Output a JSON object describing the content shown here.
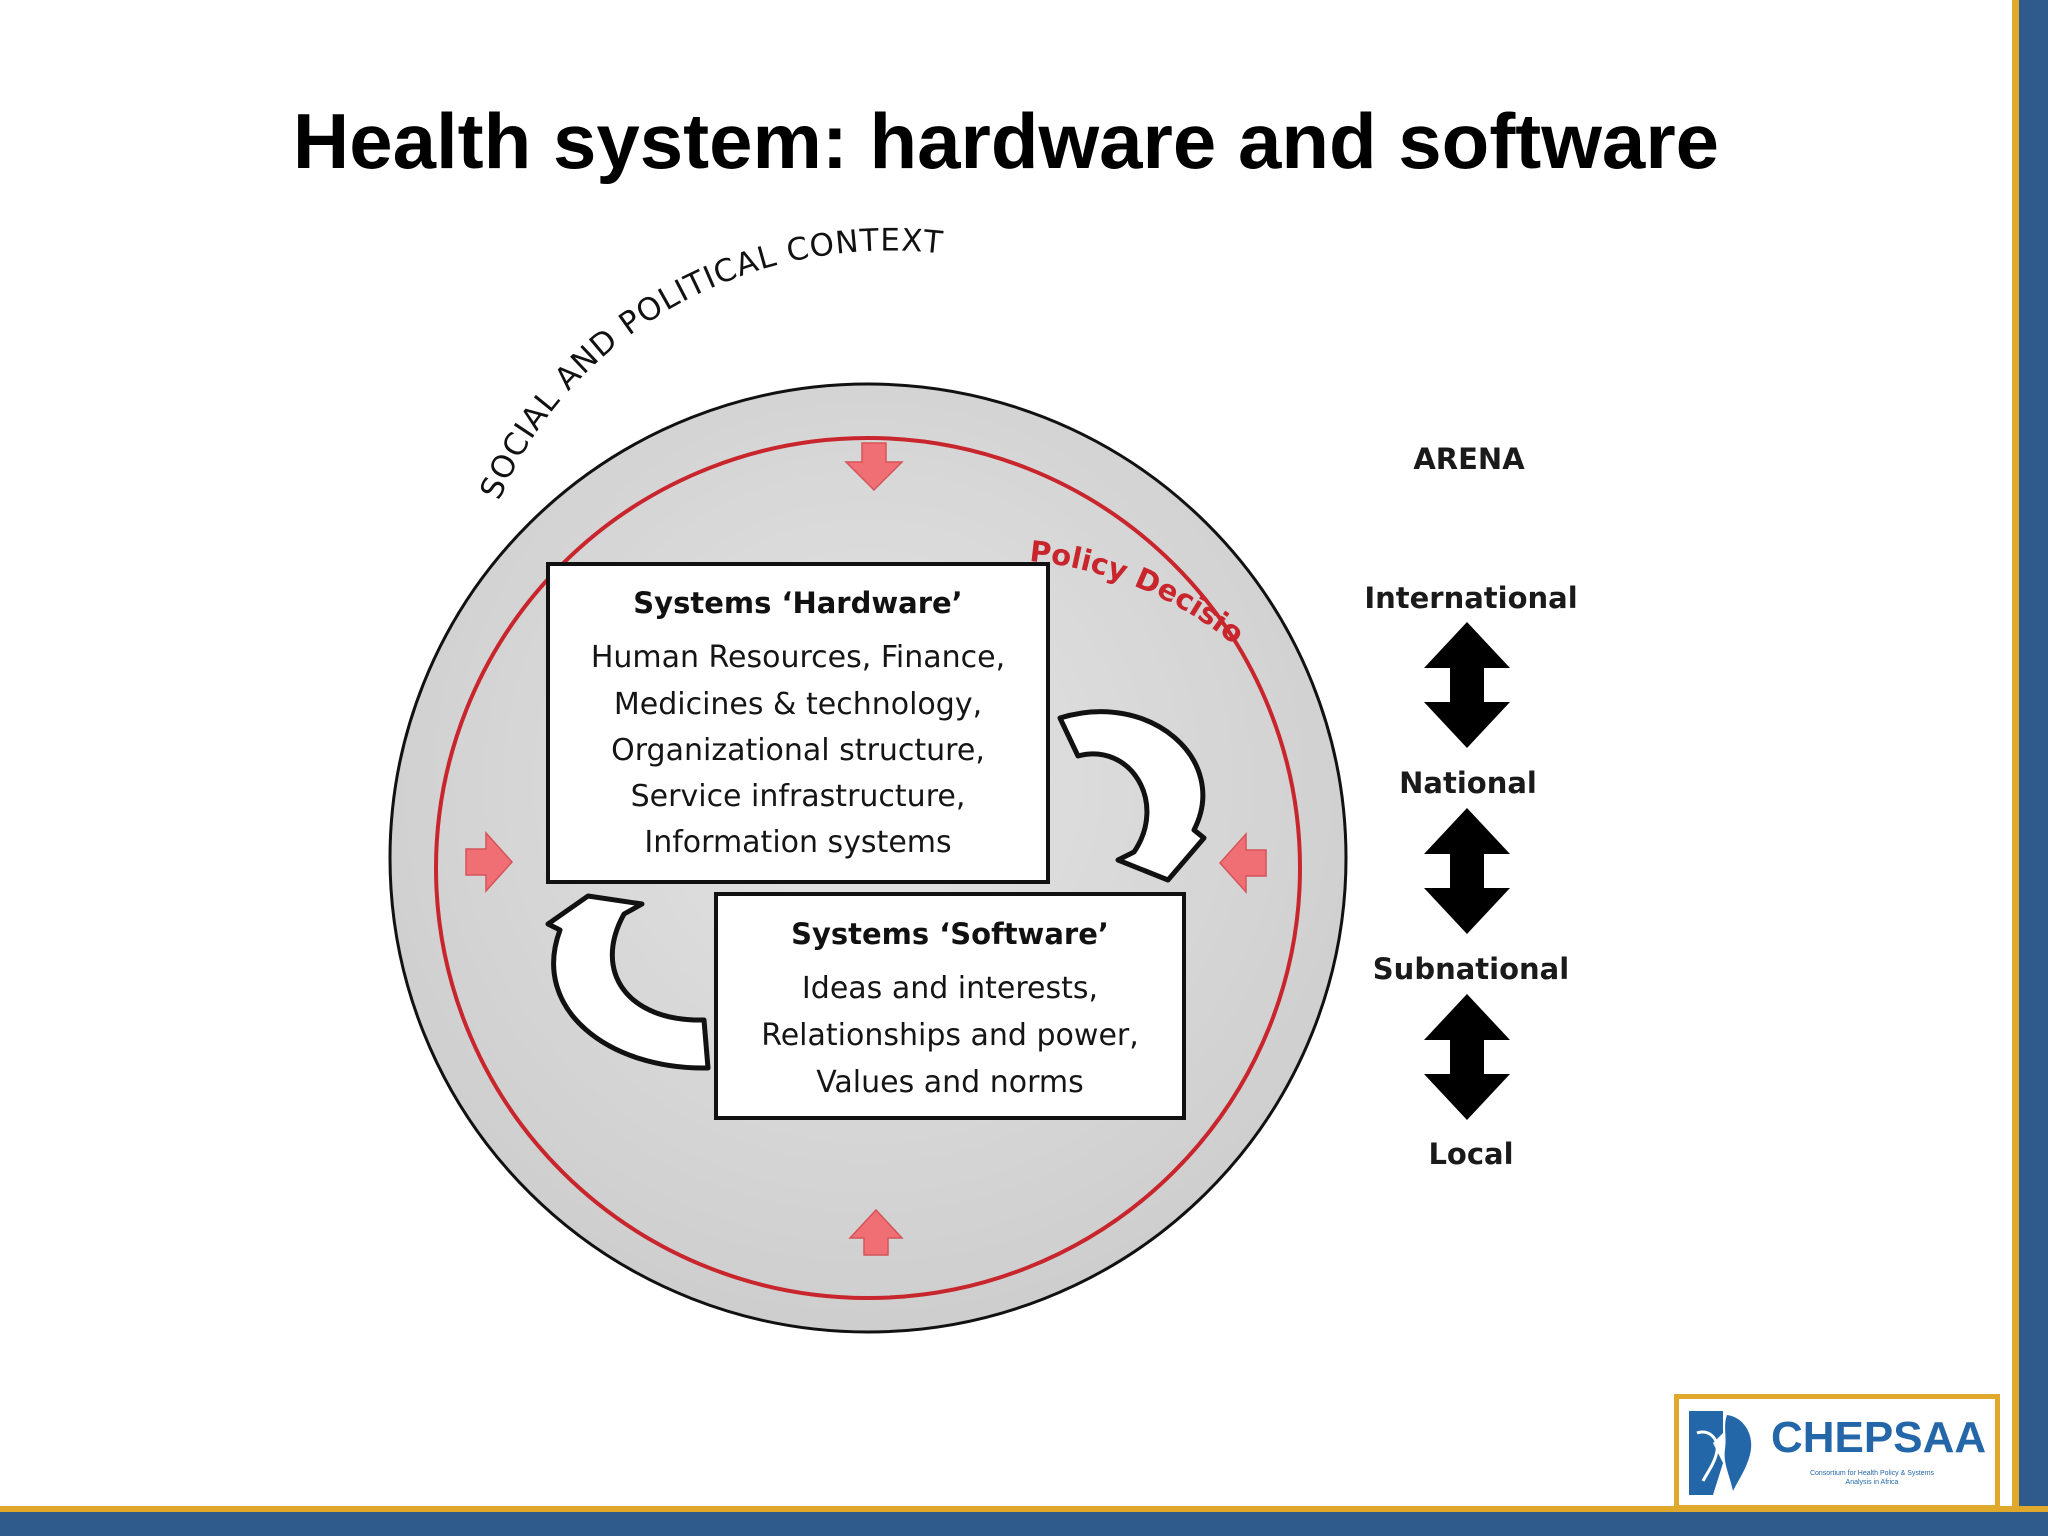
{
  "title": "Health system: hardware and software",
  "diagram": {
    "outer_ring_label": "SOCIAL AND POLITICAL CONTEXT",
    "inner_ring_label": "Policy Decisions",
    "hardware": {
      "title": "Systems ‘Hardware’",
      "lines": [
        "Human Resources, Finance,",
        "Medicines & technology,",
        "Organizational structure,",
        "Service infrastructure,",
        "Information systems"
      ]
    },
    "software": {
      "title": "Systems ‘Software’",
      "lines": [
        "Ideas and interests,",
        "Relationships and power,",
        "Values and norms"
      ]
    }
  },
  "arena": {
    "heading": "ARENA",
    "levels": [
      "International",
      "National",
      "Subnational",
      "Local"
    ]
  },
  "logo": {
    "name": "CHEPSAA",
    "tagline": "Consortium for Health Policy & Systems Analysis in Africa"
  },
  "colors": {
    "accent_red": "#c8252c",
    "arrow_red": "#ef6f75",
    "brand_blue": "#2f5a8c",
    "brand_gold": "#e0a92b",
    "circle_fill": "#d6d6d6"
  }
}
